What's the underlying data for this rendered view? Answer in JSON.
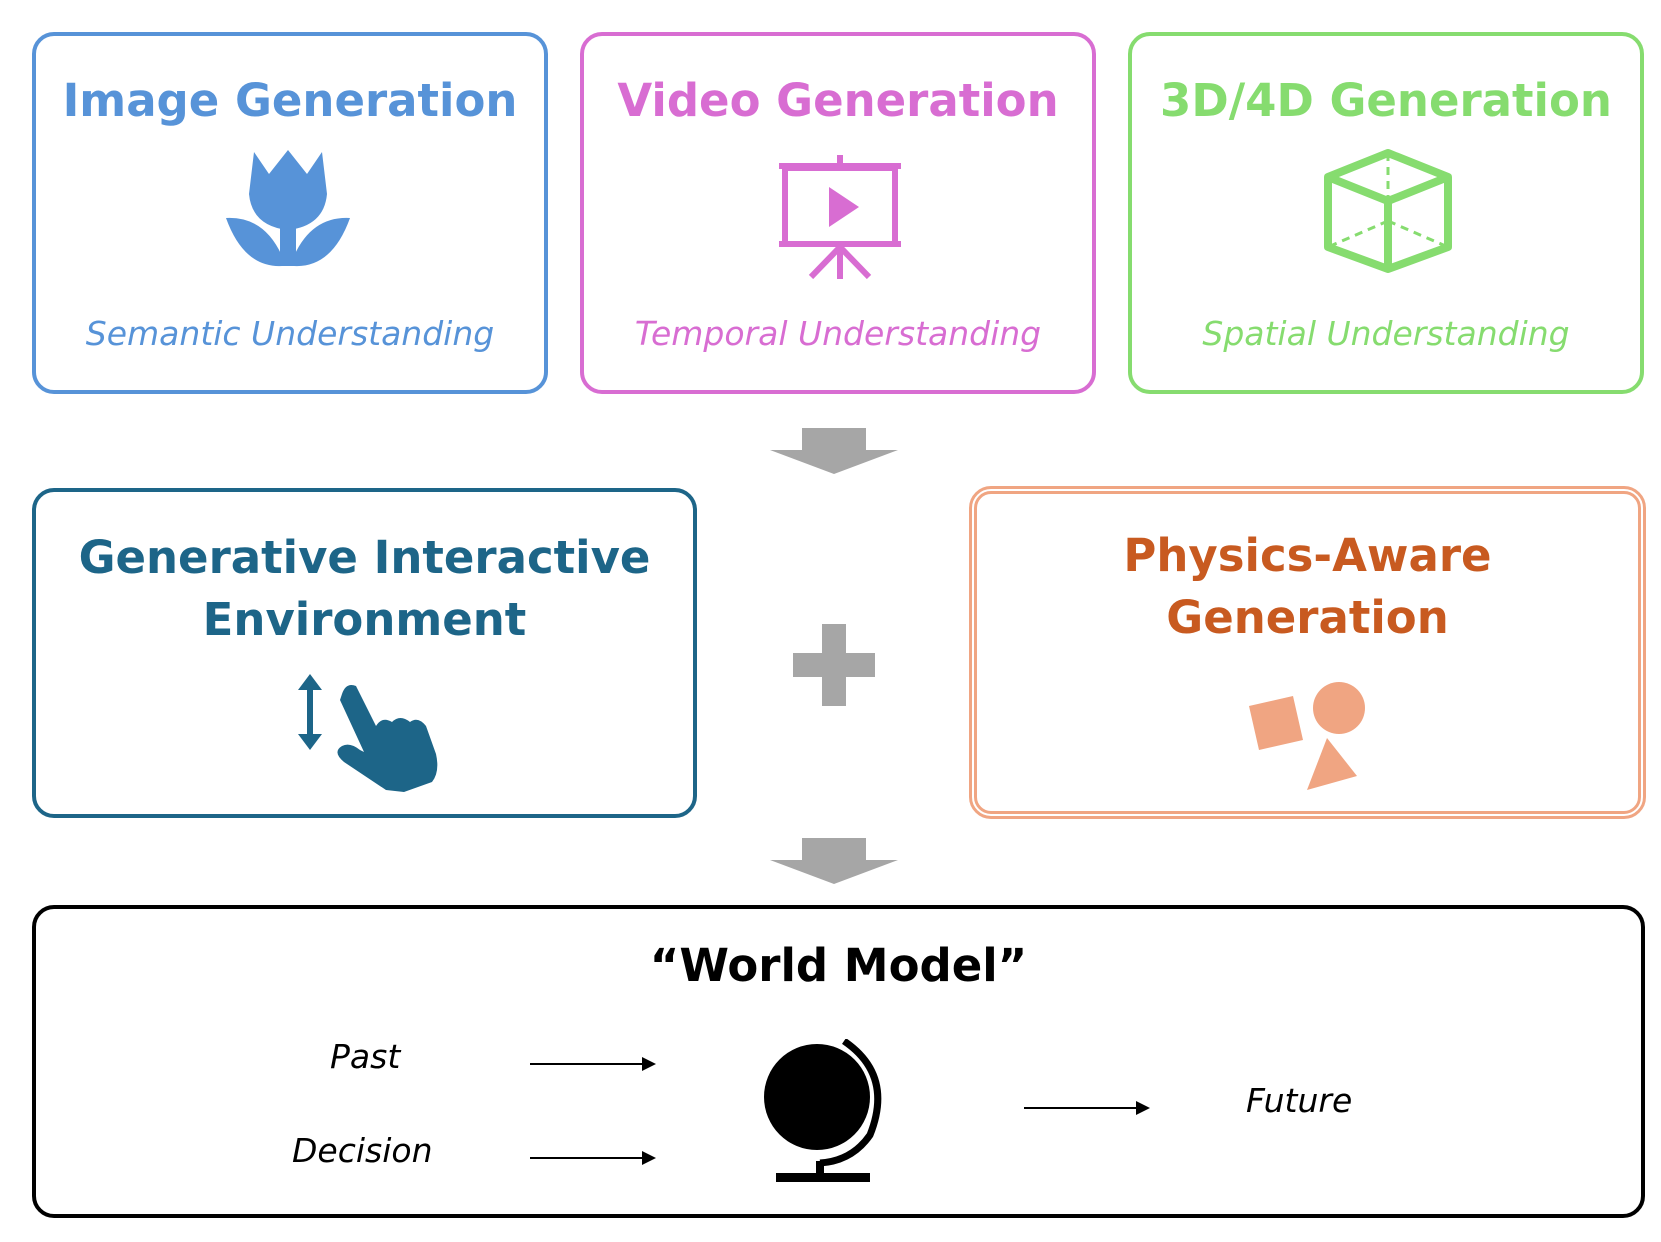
{
  "image_generation": {
    "title": "Image Generation",
    "subtitle": "Semantic Understanding",
    "icon": "tulip-icon",
    "color": "#5793d8"
  },
  "video_generation": {
    "title": "Video Generation",
    "subtitle": "Temporal Understanding",
    "icon": "presentation-play-icon",
    "color": "#d86dd2"
  },
  "generation_3d4d": {
    "title": "3D/4D Generation",
    "subtitle": "Spatial Understanding",
    "icon": "cube-icon",
    "color": "#86dc6f"
  },
  "interactive_env": {
    "title_line1": "Generative Interactive",
    "title_line2": "Environment",
    "icon": "touch-swipe-icon",
    "color": "#1d6588"
  },
  "physics_aware": {
    "title_line1": "Physics-Aware",
    "title_line2": "Generation",
    "icon": "shapes-icon",
    "color": "#c85a20"
  },
  "world_model": {
    "title": "“World Model”",
    "inputs": [
      "Past",
      "Decision"
    ],
    "output": "Future",
    "icon": "globe-icon",
    "color": "#000000"
  },
  "connectors": {
    "down_arrow_color": "#a6a6a6",
    "plus_color": "#a6a6a6"
  }
}
